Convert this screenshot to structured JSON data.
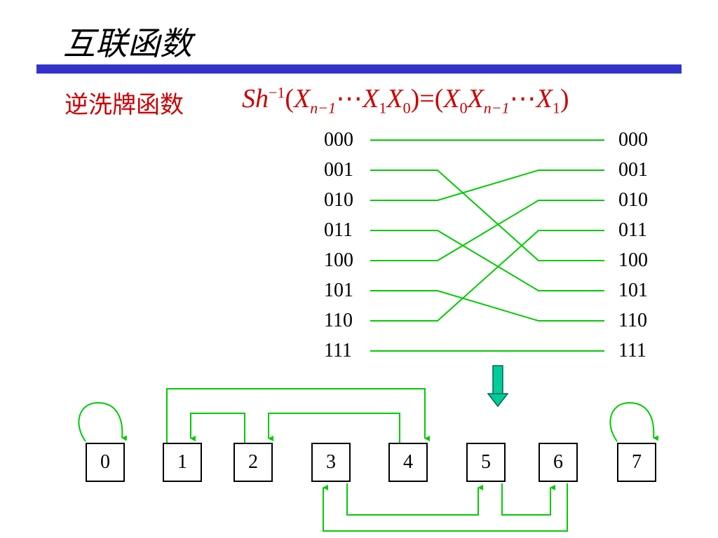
{
  "title": "互联函数",
  "function_label": "逆洗牌函数",
  "formula": {
    "lhs_name": "Sh",
    "lhs_sup": "−1",
    "open": "(",
    "X": "X",
    "sub_n1": "n−1",
    "dots": "⋯",
    "sub_1": "1",
    "sub_0": "0",
    "close": ")",
    "eq": "="
  },
  "left_codes": [
    "000",
    "001",
    "010",
    "011",
    "100",
    "101",
    "110",
    "111"
  ],
  "right_codes": [
    "000",
    "001",
    "010",
    "011",
    "100",
    "101",
    "110",
    "111"
  ],
  "mapping": [
    0,
    4,
    1,
    5,
    2,
    6,
    3,
    7
  ],
  "nodes": [
    "0",
    "1",
    "2",
    "3",
    "4",
    "5",
    "6",
    "7"
  ],
  "colors": {
    "line": "#00cc00",
    "title_bar": "#3333cc",
    "formula": "#cc0000",
    "arrow": "#00cc99"
  },
  "icons": {
    "down_arrow": "down-arrow-icon"
  }
}
